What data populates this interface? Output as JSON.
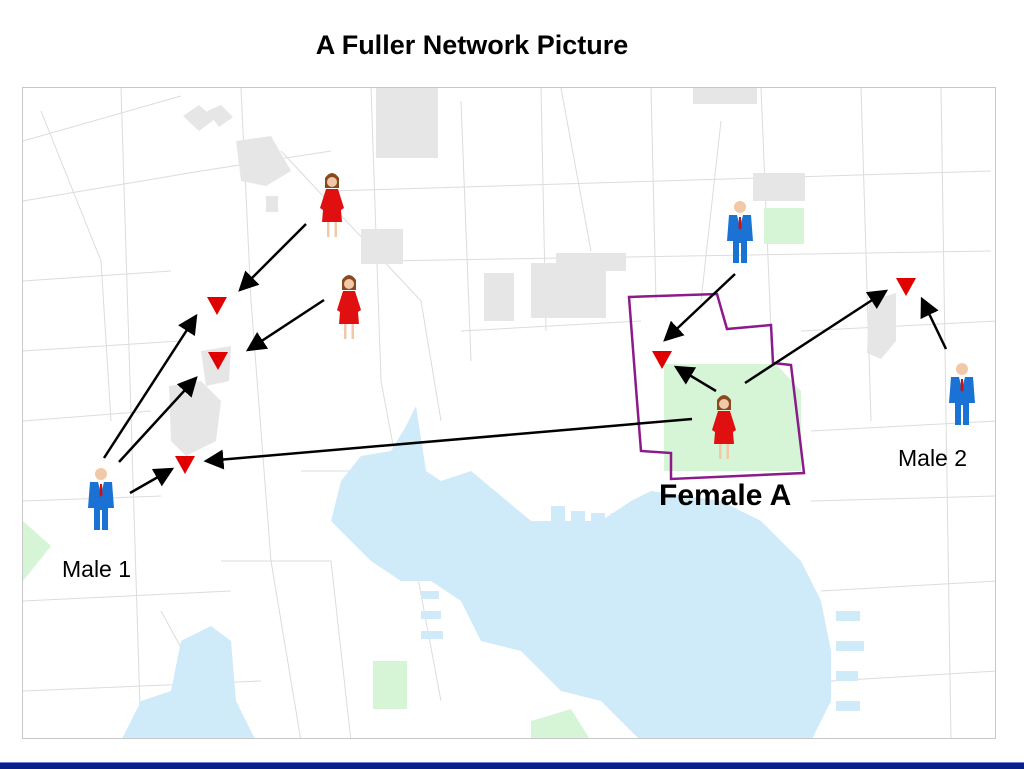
{
  "title": "A Fuller Network Picture",
  "labels": {
    "male1": "Male 1",
    "male2": "Male 2",
    "female_a": "Female A"
  },
  "icons": {
    "male": "male-figure-icon",
    "female": "female-figure-icon",
    "location": "red-triangle-marker-icon"
  },
  "colors": {
    "water": "#cfeaf8",
    "park": "#d6f5d6",
    "building": "#e6e6e6",
    "street": "#dcdcdc",
    "marker": "#e00000",
    "boundary": "#8b1a8b",
    "male_suit": "#1a72d4",
    "female_dress": "#e01010",
    "footer": "#0b1f8a"
  }
}
